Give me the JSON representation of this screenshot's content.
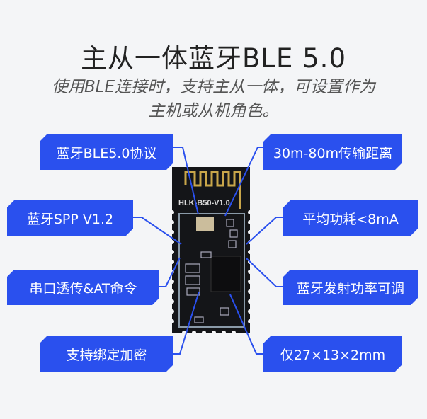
{
  "header": {
    "title": "主从一体蓝牙BLE 5.0",
    "subtitle_line1": "使用BLE连接时，支持主从一体，可设置作为",
    "subtitle_line2": "主机或从机角色。"
  },
  "module": {
    "label": "HLK-B50-V1.0"
  },
  "features_left": [
    "蓝牙BLE5.0协议",
    "蓝牙SPP V1.2",
    "串口透传&AT命令",
    "支持绑定加密"
  ],
  "features_right": [
    "30m-80m传输距离",
    "平均功耗<8mA",
    "蓝牙发射功率可调",
    "仅27×13×2mm"
  ],
  "colors": {
    "accent": "#2a50ee",
    "pcb": "#141518",
    "antenna": "#c9a64a"
  }
}
